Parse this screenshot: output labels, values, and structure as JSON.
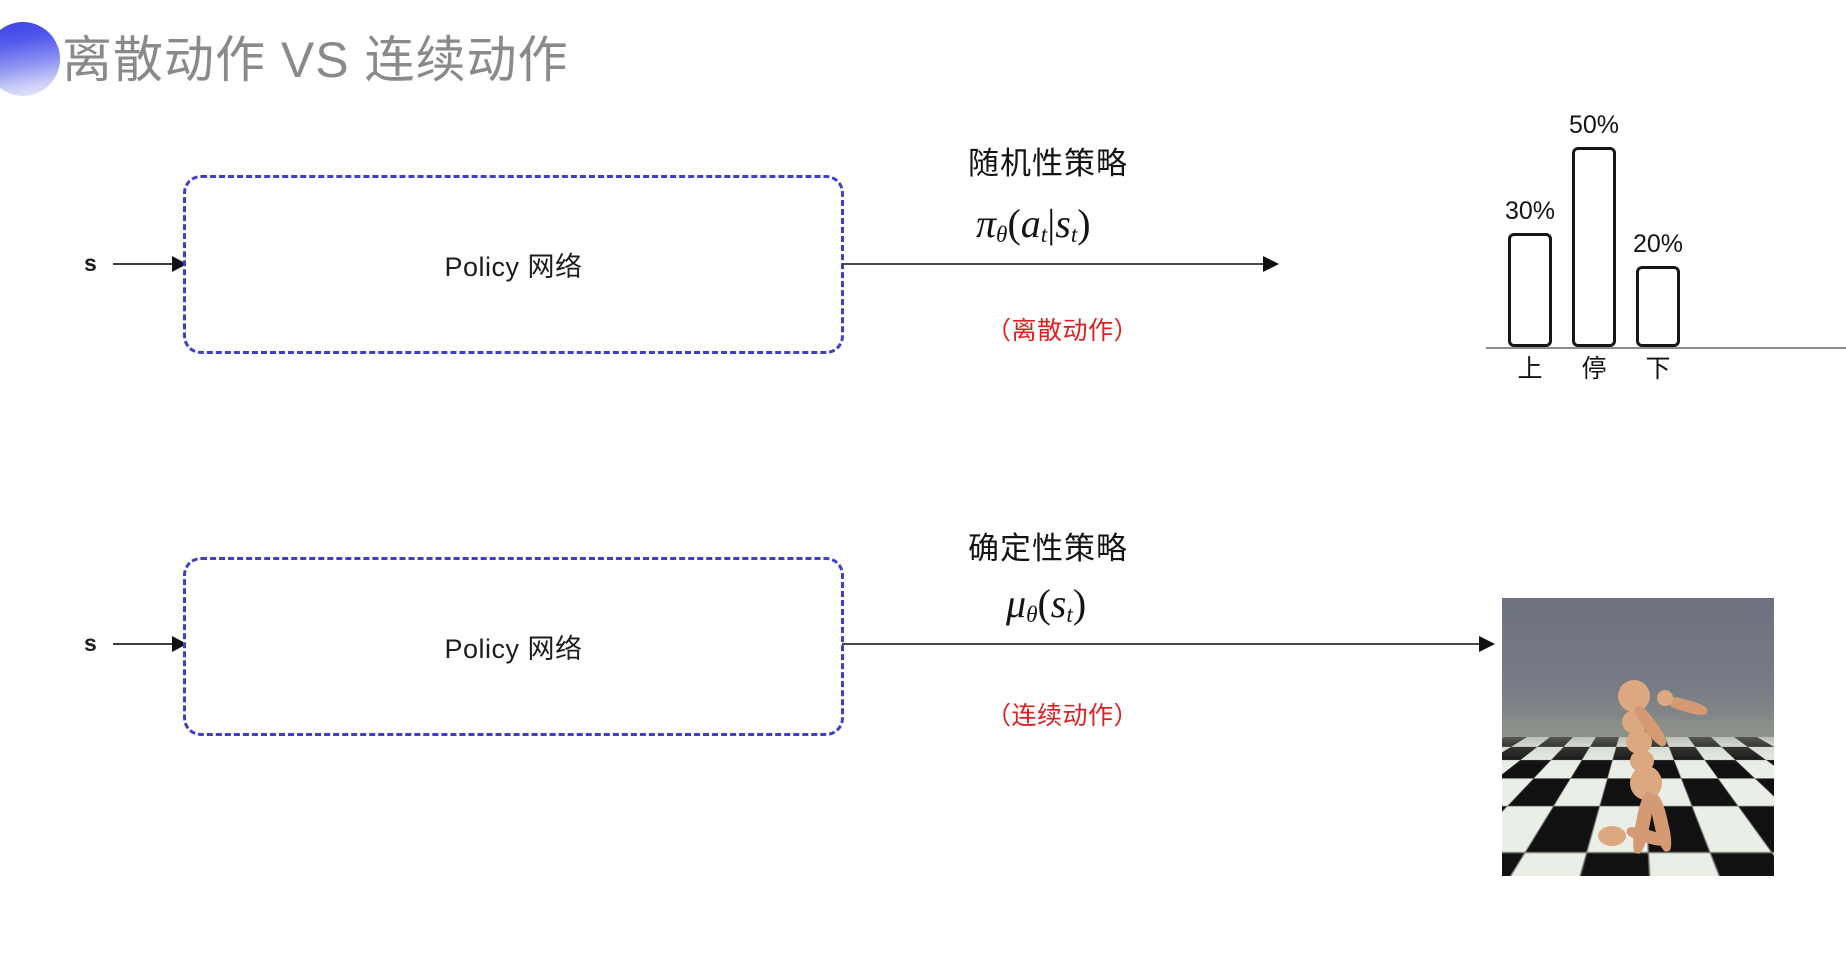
{
  "slide": {
    "title": "离散动作 VS 连续动作",
    "title_color": "#8a8a8a",
    "accent_color": "#3b40e6",
    "background": "#ffffff"
  },
  "rows": [
    {
      "state_label": "s",
      "box_label": "Policy 网络",
      "annotation_title": "随机性策略",
      "formula": {
        "symbol": "π",
        "subscript": "θ",
        "args": "(a",
        "arg_sub": "t",
        "bar": "|s",
        "arg_sub2": "t",
        "close": ")",
        "plain": "πθ(at|st)"
      },
      "note": "（离散动作）",
      "note_color": "#e02020",
      "output_kind": "bar-chart"
    },
    {
      "state_label": "s",
      "box_label": "Policy 网络",
      "annotation_title": "确定性策略",
      "formula": {
        "symbol": "μ",
        "subscript": "θ",
        "args": "(s",
        "arg_sub": "t",
        "close": ")",
        "plain": "μθ(st)"
      },
      "note": "（连续动作）",
      "note_color": "#e02020",
      "output_kind": "humanoid-sim"
    }
  ],
  "chart_data": {
    "type": "bar",
    "title": "",
    "xlabel": "",
    "ylabel": "",
    "categories": [
      "上",
      "停",
      "下"
    ],
    "values": [
      30,
      50,
      20
    ],
    "value_labels": [
      "30%",
      "50%",
      "20%"
    ],
    "ylim": [
      0,
      60
    ],
    "grid": false,
    "legend": "none",
    "bar_fill": "#ffffff",
    "bar_stroke": "#161616",
    "axis_color": "#8d8d8d"
  },
  "sim": {
    "caption": "",
    "scene": "humanoid-on-checkerboard-floor",
    "sky_color": "#6e7480",
    "floor_light": "#e9efe6",
    "floor_dark": "#111111",
    "body_color": "#d39a74"
  }
}
